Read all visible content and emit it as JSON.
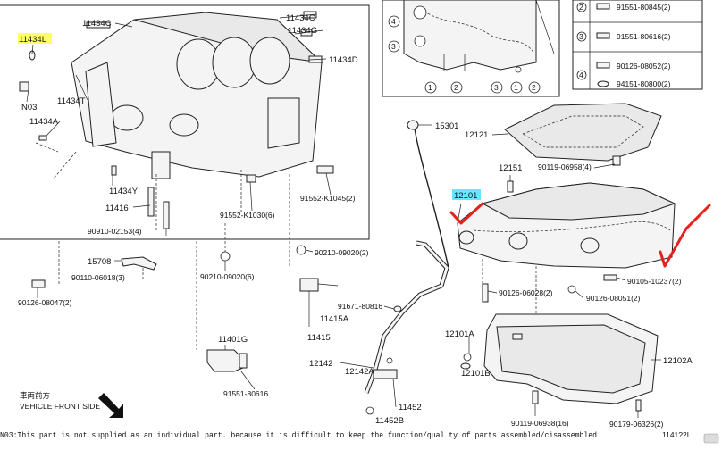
{
  "labels": {
    "p11434C": "11434C",
    "p11434G": "11434G",
    "p11434D": "11434D",
    "p11434L": "11434L",
    "n03": "N03",
    "p11434T": "11434T",
    "p11434A": "11434A",
    "p11434Y": "11434Y",
    "p11416": "11416",
    "p90910": "90910-02153(4)",
    "p91552a": "91552-K1030(6)",
    "p91552b": "91552-K1045(2)",
    "p15708": "15708",
    "p90110": "90110-06018(3)",
    "p90126a": "90126-08047(2)",
    "p90210a": "90210-09020(2)",
    "p90210b": "90210-09020(6)",
    "p91671": "91671-80816",
    "p11415A": "11415A",
    "p11415": "11415",
    "p11401G": "11401G",
    "p91551a": "91551-80616",
    "p12142": "12142",
    "p12142A": "12142A",
    "p11452": "11452",
    "p11452B": "11452B",
    "p15301": "15301",
    "p12121": "12121",
    "p12151": "12151",
    "p90119a": "90119-06958(4)",
    "p12101": "12101",
    "p90105": "90105-10237(2)",
    "p90126b": "90126-06028(2)",
    "p90126c": "90126-08051(2)",
    "p12101A": "12101A",
    "p12101B": "12101B",
    "p12102A": "12102A",
    "p90119b": "90119-06938(16)",
    "p90179": "90179-06326(2)",
    "front_jp": "車両前方",
    "front_en": "VEHICLE FRONT SIDE",
    "footnote": "N03:This part is not supplied as an individual part. because it is difficult to keep the function/qual ty of parts assembled/cisassembled",
    "fig_code": "1141?2L"
  },
  "legend": {
    "rows": [
      {
        "num": "2",
        "part": "91551-80845(2)"
      },
      {
        "num": "3",
        "part": "91551-80616(2)"
      },
      {
        "num": "4",
        "part": "90126-08052(2)"
      },
      {
        "num": "",
        "part": "94151-80800(2)"
      }
    ]
  },
  "inset_callouts": [
    "4",
    "3",
    "1",
    "2",
    "3",
    "1",
    "2"
  ],
  "highlights": {
    "yellow": "#ffff66",
    "cyan": "#66e6ff",
    "check_red": "#e8201c"
  }
}
